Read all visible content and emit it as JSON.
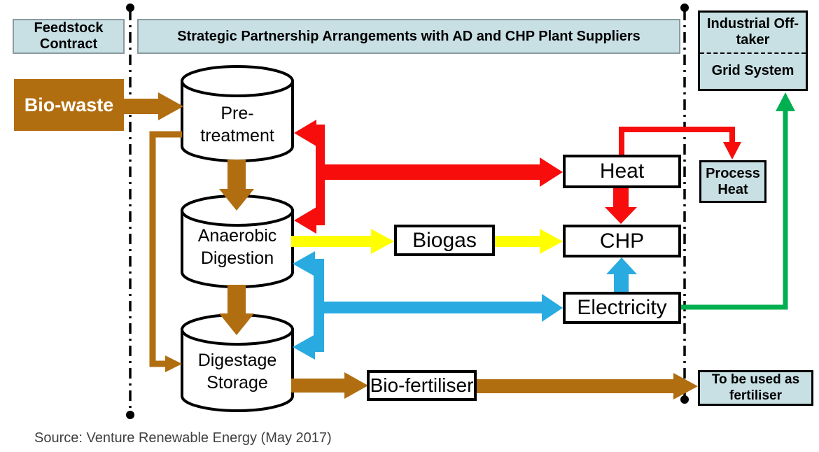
{
  "colors": {
    "panel_fill": "#c8e0e4",
    "panel_border": "#8a9ba0",
    "brown": "#b16e10",
    "red": "#f80d0d",
    "yellow": "#ffff00",
    "blue": "#29abe2",
    "green": "#00b050",
    "line": "#000000",
    "text": "#000000",
    "source_text": "#404040"
  },
  "lanes": {
    "feedstock_contract": "Feedstock Contract",
    "partnership": "Strategic Partnership Arrangements with AD and CHP Plant Suppliers",
    "industrial_offtaker": "Industrial Off-taker",
    "grid_system": "Grid System"
  },
  "nodes": {
    "bio_waste": "Bio-waste",
    "pre_treatment": "Pre-treatment",
    "anaerobic_digestion": "Anaerobic Digestion",
    "digestage_storage": "Digestage Storage",
    "heat": "Heat",
    "biogas": "Biogas",
    "chp": "CHP",
    "electricity": "Electricity",
    "process_heat": "Process Heat",
    "bio_fertiliser": "Bio-fertiliser",
    "fertiliser_use": "To be used as fertiliser"
  },
  "edges": [
    {
      "from": "bio_waste",
      "to": "pre_treatment",
      "color": "brown"
    },
    {
      "from": "pre_treatment",
      "to": "anaerobic_digestion",
      "color": "brown"
    },
    {
      "from": "anaerobic_digestion",
      "to": "digestage_storage",
      "color": "brown"
    },
    {
      "from": "pre_treatment",
      "to": "digestage_storage",
      "color": "brown",
      "note": "left recycle loop"
    },
    {
      "from": "digestage_storage",
      "to": "bio_fertiliser",
      "color": "brown"
    },
    {
      "from": "bio_fertiliser",
      "to": "fertiliser_use",
      "color": "brown"
    },
    {
      "from": "heat_line",
      "to": "heat",
      "color": "red"
    },
    {
      "from": "heat_line",
      "to": "pre_treatment",
      "color": "red"
    },
    {
      "from": "heat_line",
      "to": "anaerobic_digestion",
      "color": "red"
    },
    {
      "from": "heat",
      "to": "chp",
      "color": "red"
    },
    {
      "from": "heat",
      "to": "process_heat",
      "color": "red"
    },
    {
      "from": "anaerobic_digestion",
      "to": "biogas",
      "color": "yellow"
    },
    {
      "from": "biogas",
      "to": "chp",
      "color": "yellow"
    },
    {
      "from": "electricity_line",
      "to": "electricity",
      "color": "blue"
    },
    {
      "from": "electricity_line",
      "to": "anaerobic_digestion",
      "color": "blue"
    },
    {
      "from": "electricity_line",
      "to": "digestage_storage",
      "color": "blue"
    },
    {
      "from": "electricity",
      "to": "chp",
      "color": "blue"
    },
    {
      "from": "electricity",
      "to": "grid_system",
      "color": "green"
    }
  ],
  "footer": {
    "source": "Source: Venture Renewable Energy (May 2017)"
  }
}
